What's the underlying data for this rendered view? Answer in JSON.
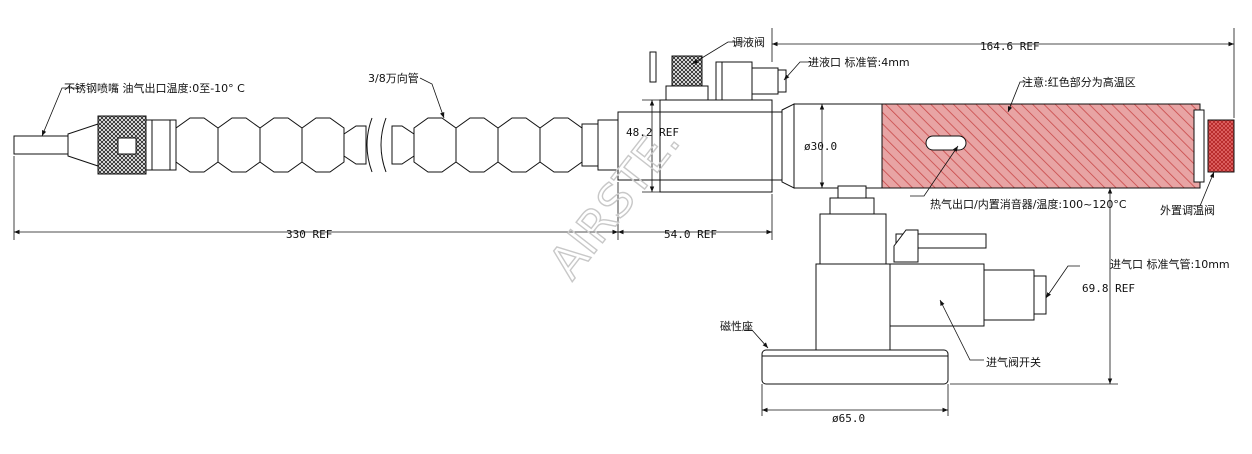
{
  "labels": {
    "nozzle": "不锈钢喷嘴 油气出口温度:0至-10° C",
    "hose": "3/8万向管",
    "valve": "调液阀",
    "inlet_liquid": "进液口 标准管:4mm",
    "note_red": "注意:红色部分为高温区",
    "hot_outlet": "热气出口/内置消音器/温度:100~120°C",
    "ext_temp_valve": "外置调温阀",
    "air_inlet": "进气口 标准气管:10mm",
    "magnetic_base": "磁性座",
    "air_switch": "进气阀开关"
  },
  "dimensions": {
    "overall": "164.6 REF",
    "total_left": "330 REF",
    "mid": "54.0 REF",
    "body_height": "48.2 REF",
    "diameter": "ø30.0",
    "vertical": "69.8 REF",
    "base_diameter": "ø65.0"
  },
  "watermark": "AIRSTE.",
  "colors": {
    "hot_zone": "#e49a9a",
    "hatch": "#c84848",
    "ext_valve": "#e06060",
    "line": "#111111"
  }
}
